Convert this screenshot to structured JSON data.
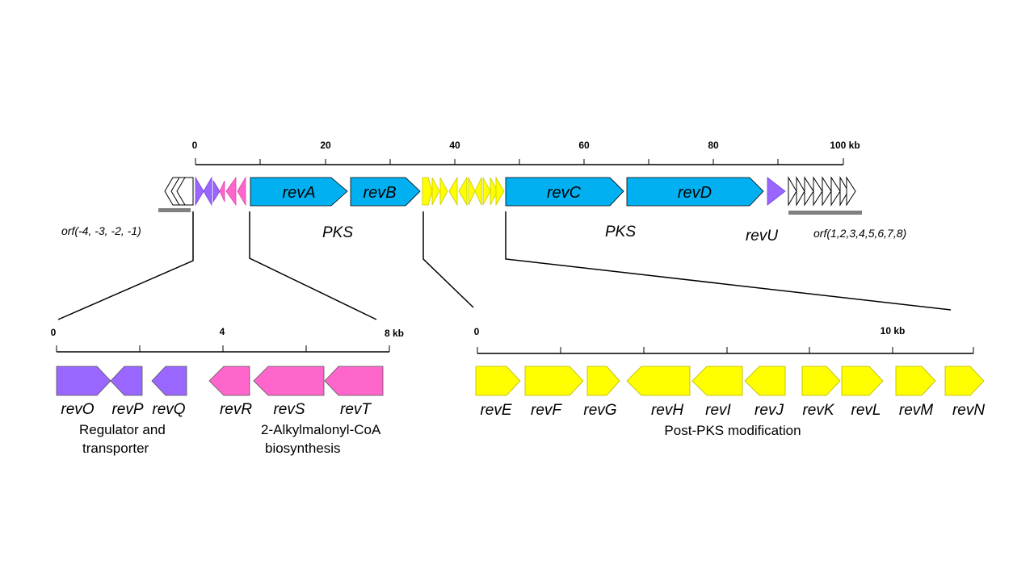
{
  "colors": {
    "pks_blue": "#00B0F0",
    "regulator_purple": "#9966FF",
    "alkylmalonyl_pink": "#FF66CC",
    "post_pks_yellow": "#FFFF00",
    "flank_gray": "#808080",
    "outline": "#000000"
  },
  "top_axis": {
    "ticks": [
      "0",
      "20",
      "40",
      "60",
      "80",
      "100 kb"
    ]
  },
  "top_track": {
    "revA": "revA",
    "revB": "revB",
    "revC": "revC",
    "revD": "revD",
    "pks_left": "PKS",
    "pks_right": "PKS",
    "revU": "revU",
    "orf_left": "orf(-4,  -3, -2, -1)",
    "orf_right": "orf(1,2,3,4,5,6,7,8)"
  },
  "left_axis": {
    "ticks": [
      "0",
      "4",
      "8 kb"
    ]
  },
  "left_genes": {
    "labels": [
      "revO",
      "revP",
      "revQ",
      "revR",
      "revS",
      "revT"
    ],
    "caption_regulator_1": "Regulator and",
    "caption_regulator_2": "transporter",
    "caption_alkyl_1": "2-Alkylmalonyl-CoA",
    "caption_alkyl_2": "biosynthesis"
  },
  "right_axis": {
    "ticks": [
      "0",
      "10 kb"
    ]
  },
  "right_genes": {
    "labels": [
      "revE",
      "revF",
      "revG",
      "revH",
      "revI",
      "revJ",
      "revK",
      "revL",
      "revM",
      "revN"
    ],
    "caption": "Post-PKS modification"
  }
}
